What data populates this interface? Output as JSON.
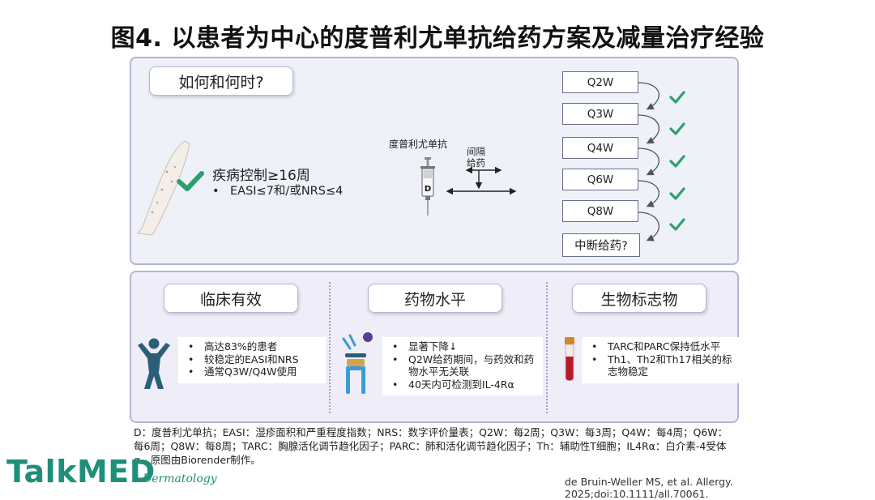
{
  "title": "图4. 以患者为中心的度普利尤单抗给药方案及减量治疗经验",
  "top_panel": {
    "question": "如何和何时?",
    "control_heading": "疾病控制≥16周",
    "control_criteria": "EASI≤7和/或NRS≤4",
    "drug_name": "度普利尤单抗",
    "syringe_letter": "D",
    "interval_label_line1": "间隔",
    "interval_label_line2": "给药",
    "schedules": [
      "Q2W",
      "Q3W",
      "Q4W",
      "Q6W",
      "Q8W"
    ],
    "stop_label": "中断给药?",
    "check_color": "#2e9e6e"
  },
  "bottom_panel": {
    "sections": [
      {
        "heading": "临床有效",
        "icon": "person-cheering-icon",
        "bullets": [
          "高达83%的患者",
          "较稳定的EASI和NRS",
          "通常Q3W/Q4W使用"
        ]
      },
      {
        "heading": "药物水平",
        "icon": "antibody-icon",
        "bullets": [
          "显著下降↓",
          "Q2W给药期间，与药效和药物水平无关联",
          "40天内可检测到IL-4Rα"
        ]
      },
      {
        "heading": "生物标志物",
        "icon": "blood-tube-icon",
        "bullets": [
          "TARC和PARC保持低水平",
          "Th1、Th2和Th17相关的标志物稳定"
        ]
      }
    ]
  },
  "footnote": "D：度普利尤单抗；EASI：湿疹面积和严重程度指数；NRS：数字评价量表；Q2W：每2周；Q3W：每3周；Q4W：每4周；Q6W：每6周；Q8W：每8周；TARC：胸腺活化调节趋化因子；PARC：肺和活化调节趋化因子；Th：辅助性T细胞；IL4Rα：白介素-4受体α。原图由Biorender制作。",
  "brand": {
    "name": "TalkMED",
    "sub": "Dermatology",
    "color": "#1f8f7a"
  },
  "citation": "de Bruin-Weller MS, et al. Allergy. 2025;doi:10.1111/all.70061."
}
